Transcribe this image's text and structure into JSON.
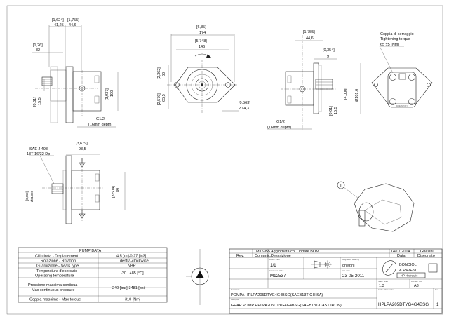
{
  "side_view_left": {
    "dim_a_in": "[1,624]",
    "dim_a_mm": "41,25",
    "dim_b_in": "[1,755]",
    "dim_b_mm": "44,6",
    "dim_c_in": "[1,26]",
    "dim_c_mm": "32",
    "dim_d_in": "[0,61]",
    "dim_d_mm": "15,5",
    "dim_e_in": "[3,937]",
    "dim_e_mm": "100",
    "port_label": "G1/2",
    "port_depth": "(16mm depth)"
  },
  "front_view": {
    "dim_a_in": "[6,85]",
    "dim_a_mm": "174",
    "dim_b_in": "[5,748]",
    "dim_b_mm": "146",
    "dim_c_in": "[2,362]",
    "dim_c_mm": "60",
    "dim_d_in": "[2,579]",
    "dim_d_mm": "65,5",
    "dim_e_in": "[0,563]",
    "dim_e_mm": "Ø14,3"
  },
  "side_view_right": {
    "dim_a_in": "[1,755]",
    "dim_a_mm": "44,6",
    "dim_b_in": "[0,354]",
    "dim_b_mm": "9",
    "dim_c_in": "[4,000]",
    "dim_c_mm": "Ø101,6",
    "dim_d_in": "[0,61]",
    "dim_d_mm": "15,5",
    "port_label": "G1/2",
    "port_depth": "(16mm depth)"
  },
  "rear_view": {
    "torque_label_it": "Coppia di serraggio",
    "torque_label_en": "Tightening torque",
    "torque_value": "65 ±5 [Nm]",
    "plate_text": "MADE IN ITALY"
  },
  "top_view": {
    "spline_std": "SAE J 498",
    "spline_spec": "13T-16/32 Dp",
    "dim_a_in": "[3,679]",
    "dim_a_mm": "93,5",
    "dim_b_in": "[3,504]",
    "dim_b_mm": "89",
    "dim_c_in": "[0,859]",
    "dim_c_mm": "Ø21,806"
  },
  "iso_view": {
    "callout": "1"
  },
  "pump_data": {
    "title": "PUMP DATA",
    "rows": [
      {
        "label": "Cilindrata - Displacement",
        "value": "4,5 [cc]-0,27 [in3]"
      },
      {
        "label": "Rotazione - Rotation",
        "value": "destra-clockwise"
      },
      {
        "label": "Guarnizione - Seals type",
        "value": "NBR"
      },
      {
        "label": "Temperatura d'esercizio",
        "label2": "Operating temperature",
        "value": "-20...+85 [°C]"
      },
      {
        "label": "Pressione massima continua",
        "label2": "Max continuous pressure",
        "value": "240 [bar]-3481 [psi]"
      },
      {
        "label": "Coppia massima - Max torque",
        "value": "310 [Nm]"
      }
    ]
  },
  "title_block": {
    "rev_row": {
      "rev": "1",
      "comunic": "M15955",
      "descr": "Aggiornata cb. Update BOM",
      "date": "14/07/2014",
      "drawn": "Ghezini"
    },
    "headers": {
      "rev": "Rev.",
      "comunic": "Comunic.",
      "descr": "Descrizione",
      "date": "Data",
      "drawn": "Disegnato"
    },
    "sheet": "1/1",
    "drawn_by": "ghezini",
    "order": "M12537",
    "date": "23-05-2011",
    "scale": "1:3",
    "format": "A3",
    "desc_it": "POMPA HPLPA205DTYG4G4BSG(SAEB13T-GHISA)",
    "desc_en": "GEAR PUMP HPLPA205DTYG4G4BSG(SAEB13T-CAST IRON)",
    "code": "HPLPA205DTYG4G4BSG",
    "code_rev": "1",
    "logo_text_1": "BONDIOLI",
    "logo_text_2": "& PAVESI",
    "logo_text_3": "HP Hydraulic",
    "small_labels": {
      "sheet": "Foglio / Sheet",
      "drawn": "Disegnatore / Drawn by",
      "order": "Commessa / Order",
      "date": "Data / Date",
      "scale": "Scala / Scale",
      "format": "Formato / Size",
      "desc_it": "Descrizione",
      "desc_en": "Description",
      "code": "Codice / Part number",
      "rev": "Rev."
    }
  }
}
